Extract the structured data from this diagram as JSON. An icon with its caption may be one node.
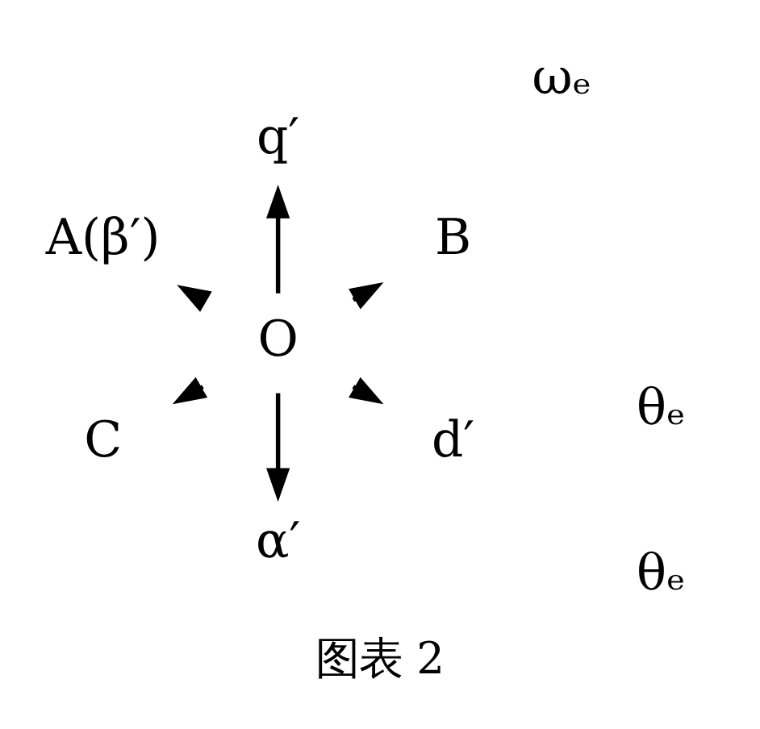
{
  "diagram": {
    "caption": "图表 2",
    "nodes": [
      {
        "text": [
          "B"
        ]
      },
      {
        "text": [
          "O"
        ]
      },
      {
        "text": [
          "q′"
        ]
      },
      {
        "text": [
          "A(β′)"
        ]
      },
      {
        "text": [
          "C"
        ]
      },
      {
        "text": [
          "α′"
        ]
      },
      {
        "text": [
          "d′"
        ]
      }
    ],
    "edges": [
      {
        "from": 1,
        "to": 0,
        "arrow": "to"
      },
      {
        "from": 1,
        "to": 2,
        "arrow": "to"
      },
      {
        "from": 1,
        "to": 3,
        "arrow": "to"
      },
      {
        "from": 1,
        "to": 4,
        "arrow": "to"
      },
      {
        "from": 1,
        "to": 5,
        "arrow": "to"
      },
      {
        "from": 1,
        "to": 6,
        "arrow": "to"
      }
    ],
    "labels": [
      "ωₑ",
      "θₑ",
      "θₑ"
    ]
  }
}
